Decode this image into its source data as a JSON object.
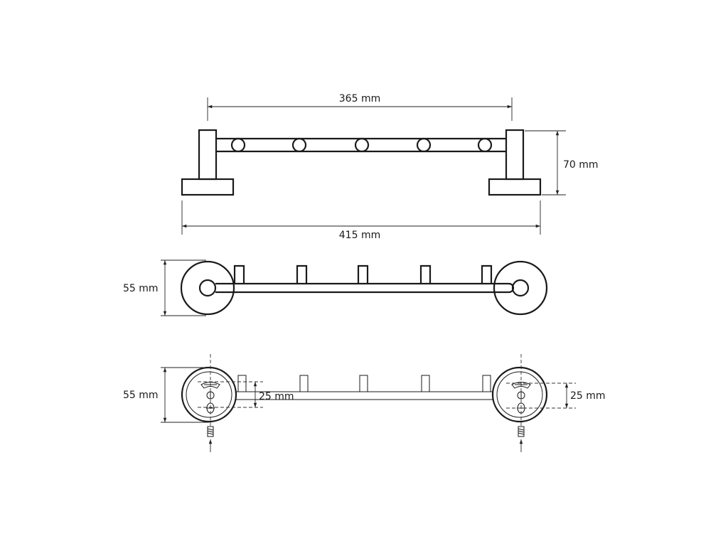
{
  "views": {
    "front": {
      "dimension_top": "365 mm",
      "dimension_height": "70 mm",
      "dimension_bottom": "415 mm"
    },
    "top": {
      "dimension_depth": "55 mm"
    },
    "mounting": {
      "dimension_depth": "55 mm",
      "dimension_left_spacing": "25 mm",
      "dimension_right_spacing": "25 mm"
    }
  }
}
